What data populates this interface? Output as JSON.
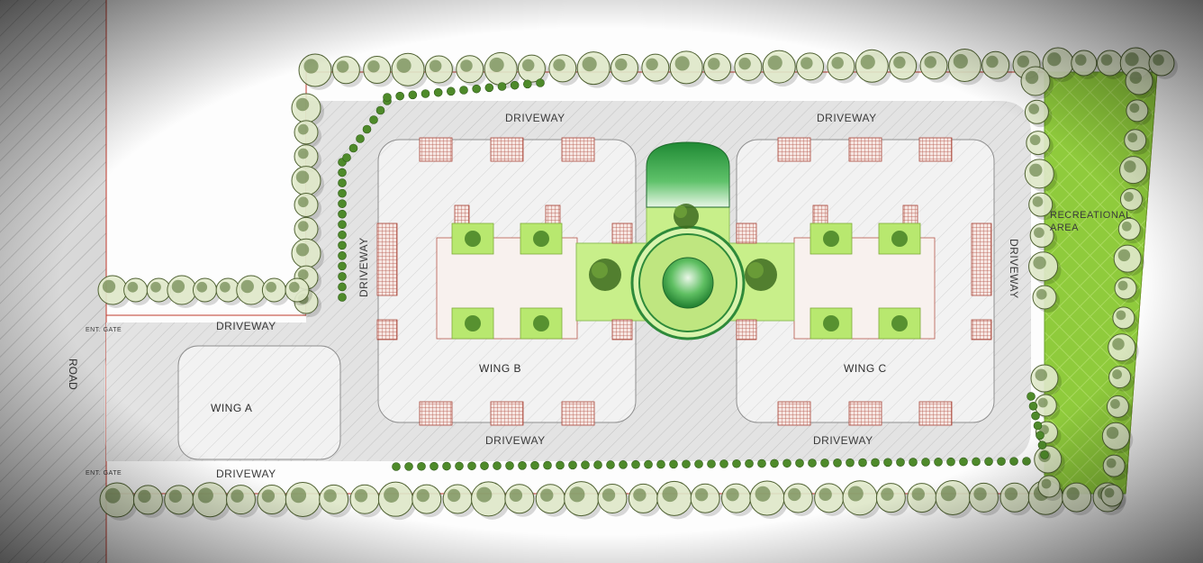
{
  "labels": {
    "road": "ROAD",
    "entry_gate_top": "ENT. GATE",
    "entry_gate_bottom": "ENT. GATE",
    "wing_a": "WING A",
    "wing_b": "WING B",
    "wing_c": "WING C",
    "driveway_top_left": "DRIVEWAY",
    "driveway_top_right": "DRIVEWAY",
    "driveway_vertical_left": "DRIVEWAY",
    "driveway_vertical_right": "DRIVEWAY",
    "driveway_entry_top": "DRIVEWAY",
    "driveway_entry_bottom": "DRIVEWAY",
    "driveway_bottom_left": "DRIVEWAY",
    "driveway_bottom_right": "DRIVEWAY",
    "recreational_line1": "RECREATIONAL",
    "recreational_line2": "AREA"
  },
  "colors": {
    "background": "#ffffff",
    "driveway": "#dcdcdc",
    "hatch": "#b8b8b8",
    "boundary": "#c0392b",
    "balcony": "#b5584b",
    "lawn": "#c8ef8a",
    "lawn_dark": "#7fbf3a",
    "recreation": "#8ccc3a",
    "tree_fill": "#dfe8c8",
    "tree_stroke": "#5a6b3a",
    "tree_dark": "#3f5a22",
    "dome": "#3aa24a",
    "road": "#d6d6d6"
  }
}
